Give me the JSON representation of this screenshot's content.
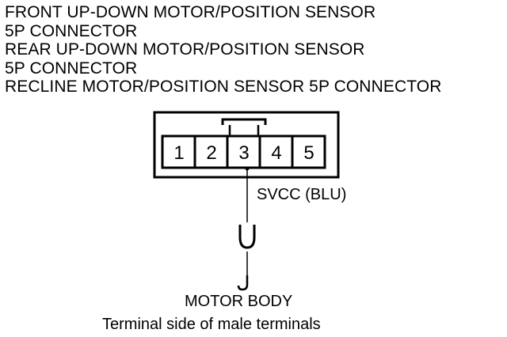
{
  "title_lines": [
    "FRONT UP-DOWN MOTOR/POSITION SENSOR",
    "5P CONNECTOR",
    "REAR UP-DOWN MOTOR/POSITION SENSOR",
    "5P CONNECTOR",
    "RECLINE MOTOR/POSITION SENSOR 5P CONNECTOR"
  ],
  "connector": {
    "pins": [
      "1",
      "2",
      "3",
      "4",
      "5"
    ],
    "probed_pin": "3"
  },
  "wire_label": "SVCC (BLU)",
  "ground_label": "MOTOR BODY",
  "view_note": "Terminal side of male terminals",
  "colors": {
    "ink": "#000000",
    "background": "#ffffff"
  }
}
